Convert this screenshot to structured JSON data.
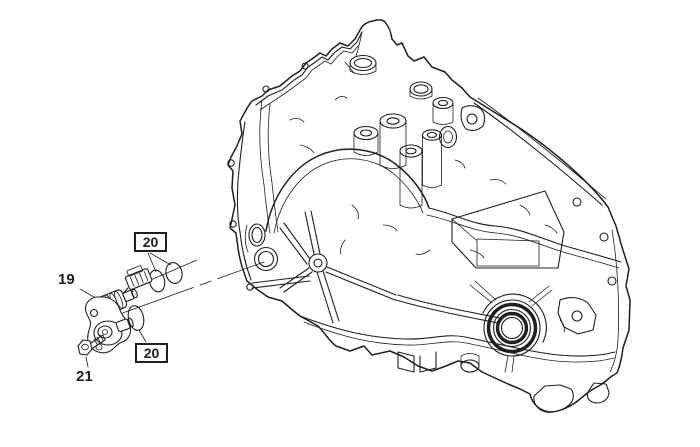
{
  "figure": {
    "type": "exploded-parts-diagram",
    "background_color": "#ffffff",
    "line_color": "#1f1f1f",
    "callouts": [
      {
        "label": "19",
        "style": "plain",
        "target": "sensor-body"
      },
      {
        "label": "20",
        "style": "boxed",
        "target": "o-rings-upper-pair"
      },
      {
        "label": "20",
        "style": "boxed",
        "target": "o-ring-lower"
      },
      {
        "label": "21",
        "style": "plain",
        "target": "bolt"
      }
    ]
  }
}
